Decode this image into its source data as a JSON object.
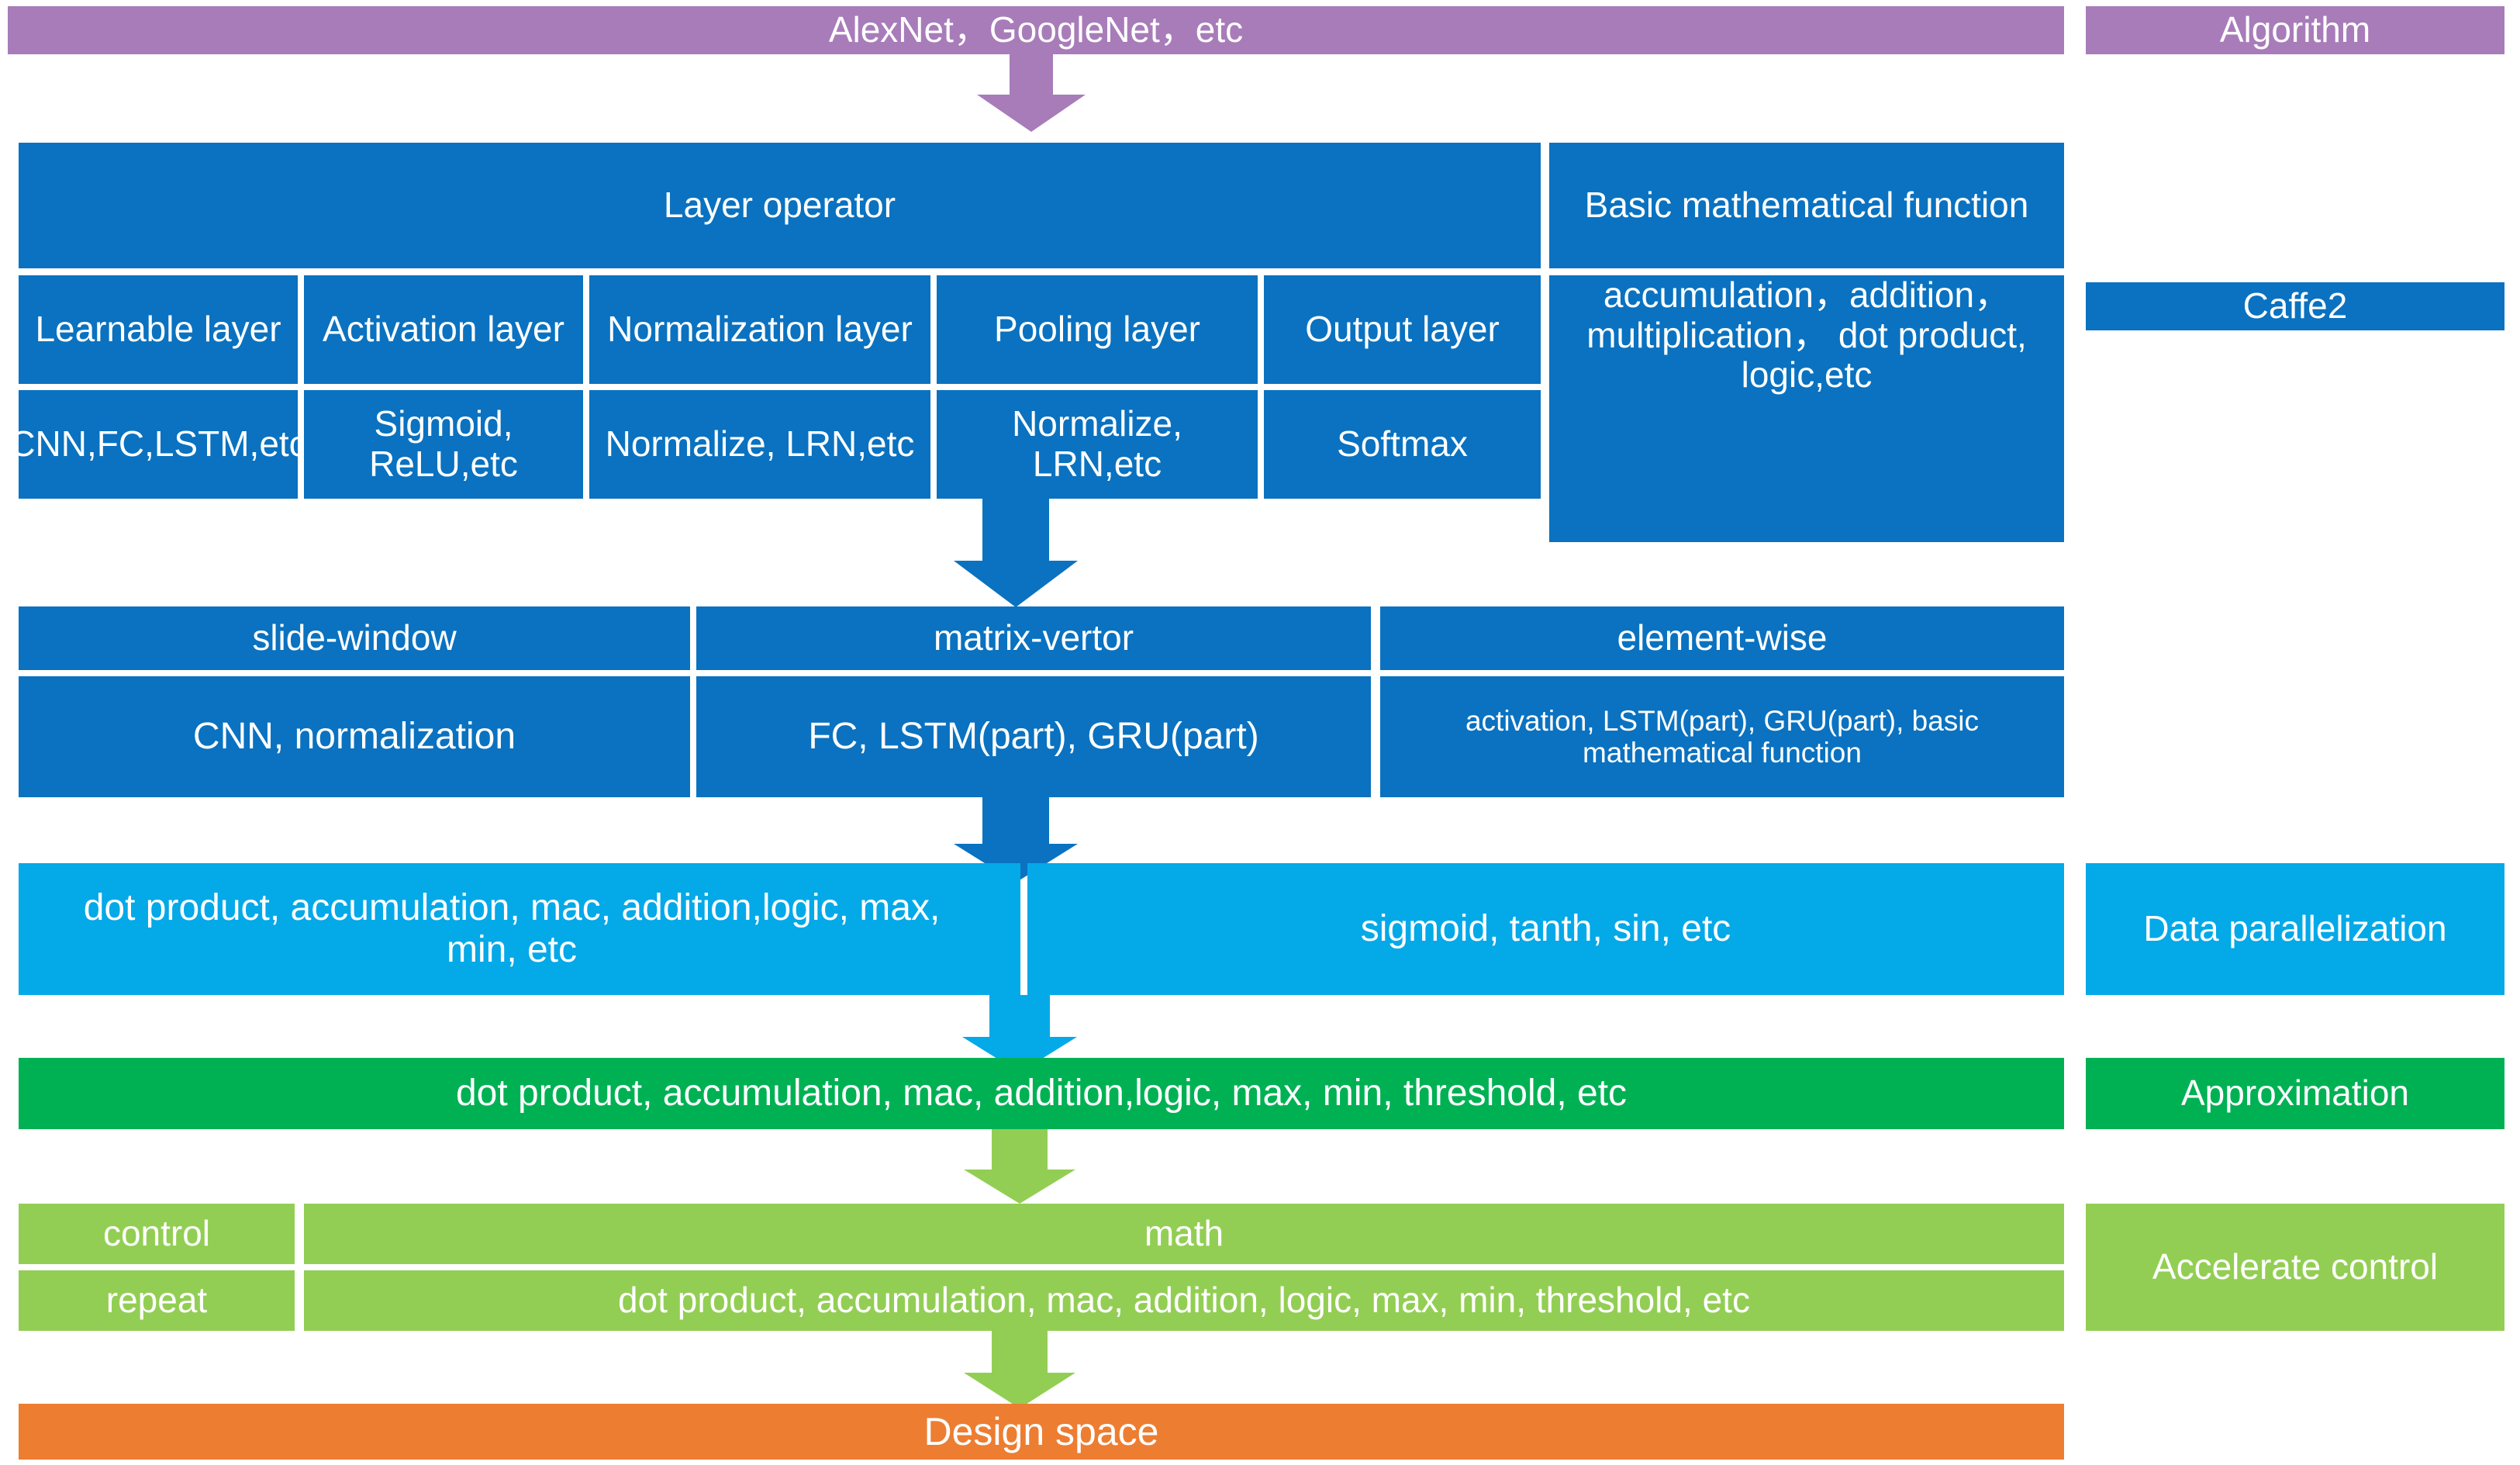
{
  "colors": {
    "algorithm_purple": "#a87cb9",
    "caffe2_blue": "#0a72c0",
    "data_parallelization_blue": "#04a9e8",
    "approximation_green": "#00b154",
    "accelerate_control_green": "#93ce54",
    "design_space_orange": "#ed7d31",
    "text": "#ffffff",
    "background": "#ffffff"
  },
  "algorithm": {
    "bar_label": "AlexNet，GoogleNet，etc",
    "legend_label": "Algorithm"
  },
  "caffe2": {
    "legend_label": "Caffe2",
    "layer_operator_header": "Layer operator",
    "basic_math_header": "Basic mathematical function",
    "basic_math_body": "accumulation，addition，multiplication， dot product, logic,etc",
    "columns": [
      {
        "header": "Learnable layer",
        "body": "CNN,FC,LSTM,etc"
      },
      {
        "header": "Activation layer",
        "body": "Sigmoid, ReLU,etc"
      },
      {
        "header": "Normalization layer",
        "body": "Normalize, LRN,etc"
      },
      {
        "header": "Pooling layer",
        "body": "Normalize, LRN,etc"
      },
      {
        "header": "Output layer",
        "body": "Softmax"
      }
    ]
  },
  "patterns": {
    "columns": [
      {
        "header": "slide-window",
        "body": "CNN, normalization"
      },
      {
        "header": "matrix-vertor",
        "body": "FC, LSTM(part), GRU(part)"
      },
      {
        "header": "element-wise",
        "body": "activation, LSTM(part), GRU(part), basic mathematical function"
      }
    ]
  },
  "data_parallelization": {
    "legend_label": "Data parallelization",
    "left_cell": "dot product, accumulation, mac, addition,logic, max, min, etc",
    "right_cell": "sigmoid, tanth, sin, etc"
  },
  "approximation": {
    "legend_label": "Approximation",
    "bar_label": "dot product, accumulation, mac, addition,logic, max, min, threshold, etc"
  },
  "accelerate_control": {
    "legend_label": "Accelerate control",
    "rows": [
      {
        "tag": "control",
        "value": "math"
      },
      {
        "tag": "repeat",
        "value": "dot product, accumulation, mac, addition, logic, max, min, threshold, etc"
      }
    ]
  },
  "design_space": {
    "bar_label": "Design space"
  },
  "arrows": [
    {
      "name": "arrow-algorithm-to-caffe2",
      "color": "#a87cb9"
    },
    {
      "name": "arrow-caffe2-to-patterns",
      "color": "#0a72c0"
    },
    {
      "name": "arrow-patterns-to-data-parallelization",
      "color": "#0a72c0"
    },
    {
      "name": "arrow-data-parallelization-to-approximation",
      "color": "#04a9e8"
    },
    {
      "name": "arrow-approximation-to-accelerate-control",
      "color": "#00b154"
    },
    {
      "name": "arrow-accelerate-control-to-design-space",
      "color": "#93ce54"
    }
  ]
}
